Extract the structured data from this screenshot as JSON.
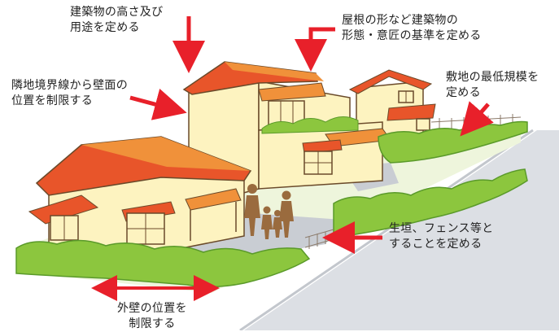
{
  "annotations": {
    "height_use": {
      "line1": "建築物の高さ及び",
      "line2": "用途を定める"
    },
    "roof_form": {
      "line1": "屋根の形など建築物の",
      "line2": "形態・意匠の基準を定める"
    },
    "setback": {
      "line1": "隣地境界線から壁面の",
      "line2": "位置を制限する"
    },
    "min_lot": {
      "line1": "敷地の最低規模を",
      "line2": "定める"
    },
    "hedge_fence": {
      "line1": "生垣、フェンス等と",
      "line2": "することを定める"
    },
    "wall_position": {
      "line1": "外壁の位置を",
      "line2": "制限する"
    }
  },
  "colors": {
    "arrow": "#e8202a",
    "roof": "#e8552a",
    "roof_light": "#f0913a",
    "wall": "#fdf3c0",
    "hedge": "#8cc63e",
    "hedge_dark": "#5a9a2a",
    "path": "#c9cdd3",
    "road": "#dcdfe4",
    "people": "#9a6b3e"
  }
}
